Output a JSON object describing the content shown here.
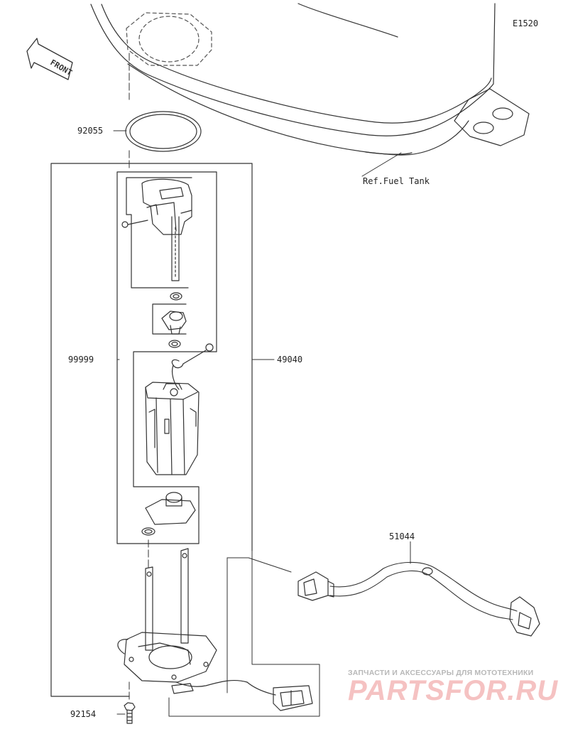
{
  "diagram_code": "E1520",
  "front_label": "FRONT",
  "ref_label": "Ref.Fuel Tank",
  "parts": {
    "gasket": "92055",
    "sub_assy": "99999",
    "pump_assy": "49040",
    "harness": "51044",
    "bolt": "92154"
  },
  "watermark": {
    "tagline": "ЗАПЧАСТИ И АКСЕССУАРЫ ДЛЯ МОТОТЕХНИКИ",
    "logo": "PARTSFOR.RU"
  },
  "colors": {
    "line": "#333333",
    "dashed": "#555555",
    "watermark": "#e04040"
  }
}
